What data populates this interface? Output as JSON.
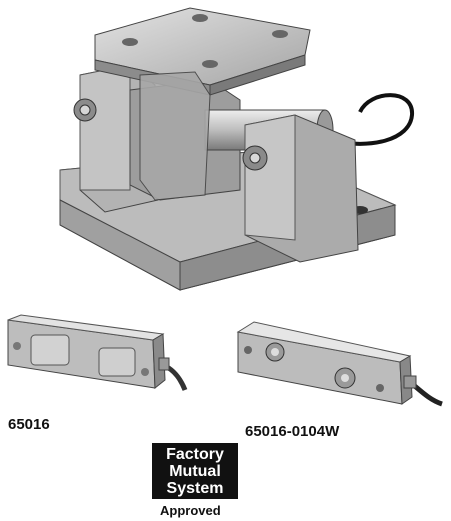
{
  "products": [
    {
      "id": "mount",
      "name": "",
      "image": "weigh-module-assembly"
    },
    {
      "id": "beam-left",
      "name": "65016",
      "image": "double-ended-shear-beam-load-cell"
    },
    {
      "id": "beam-right",
      "name": "65016-0104W",
      "image": "double-ended-shear-beam-load-cell-welded"
    }
  ],
  "certification": {
    "logo_text": [
      "Factory",
      "Mutual",
      "System"
    ],
    "caption": "Approved"
  },
  "colors": {
    "metal_light": "#d9d9d9",
    "metal_mid": "#a9a9a9",
    "metal_dark": "#5e5e5e",
    "logo_black": "#111111"
  }
}
